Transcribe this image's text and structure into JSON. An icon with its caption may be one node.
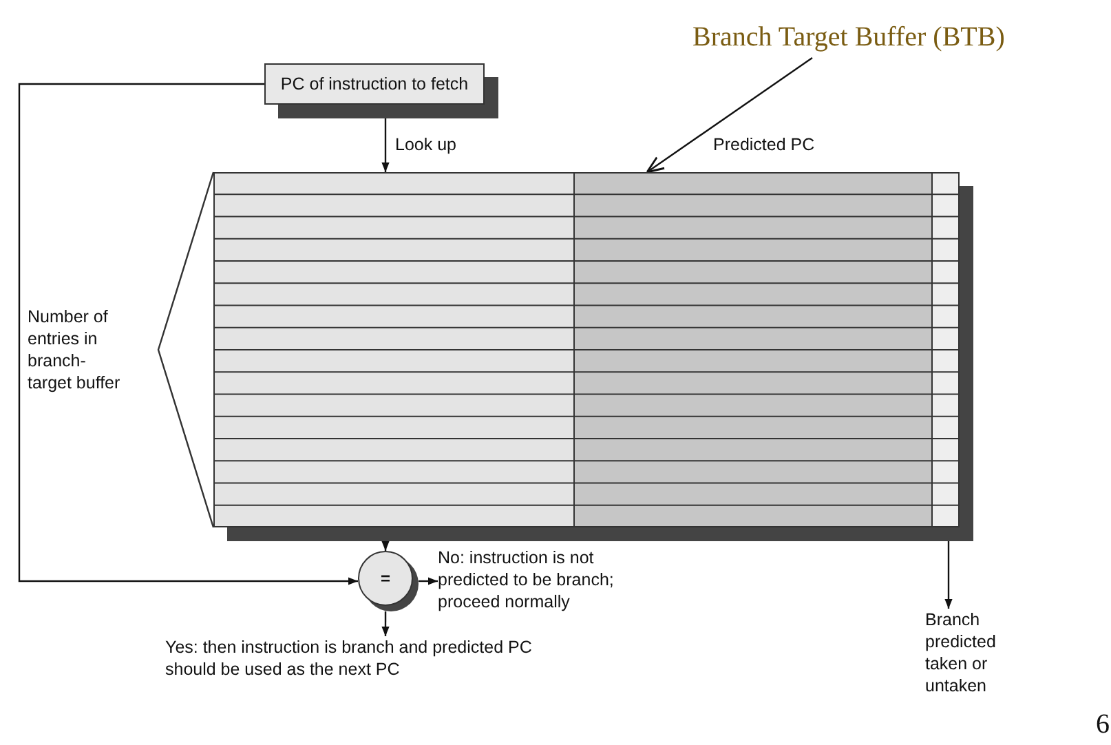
{
  "diagram": {
    "nodes": [
      {
        "text": [
          "PC of instruction to fetch"
        ]
      },
      {
        "text": [],
        "shape": "box"
      },
      {
        "text": [
          "="
        ]
      },
      {
        "text": [
          "No: instruction is not predicted to be branch; proceed normally"
        ]
      },
      {
        "text": [
          "Yes: then instruction is branch and predicted PC should be used as the next PC"
        ]
      },
      {
        "text": [
          "Branch predicted taken or untaken"
        ]
      },
      {
        "text": [
          "Branch Target Buffer (BTB)"
        ]
      }
    ],
    "edges": [
      {
        "from": 0,
        "to": 1,
        "arrow": "to",
        "label": "Look up"
      },
      {
        "from": 0,
        "to": 2,
        "arrow": "to"
      },
      {
        "from": 1,
        "to": 2,
        "arrow": "to"
      },
      {
        "from": 2,
        "to": 3,
        "arrow": "to"
      },
      {
        "from": 2,
        "to": 4,
        "arrow": "to"
      },
      {
        "from": 1,
        "to": 5,
        "arrow": "to"
      },
      {
        "from": 6,
        "to": 1,
        "arrow": "to"
      }
    ],
    "labels": [
      "Predicted PC",
      "Number of entries in branch-target buffer",
      "6"
    ]
  }
}
